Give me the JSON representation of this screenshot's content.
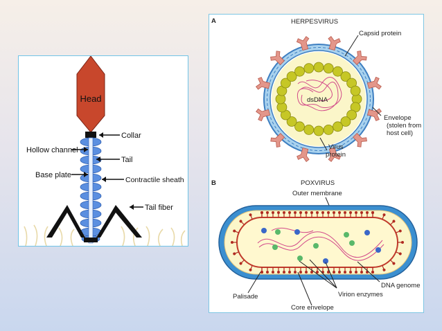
{
  "phage": {
    "labels": {
      "head": "Head",
      "collar": "Collar",
      "hollow_channel": "Hollow channel",
      "tail": "Tail",
      "base_plate": "Base plate",
      "contractile_sheath": "Contractile sheath",
      "tail_fiber": "Tail fiber"
    },
    "colors": {
      "head": "#c8472c",
      "sheath": "#5b8fe0",
      "fiber": "#111111"
    }
  },
  "herpes": {
    "panel_letter": "A",
    "title": "HERPESVIRUS",
    "labels": {
      "capsid_protein": "Capsid protein",
      "dsdna": "dsDNA",
      "envelope_1": "Envelope",
      "envelope_2": "(stolen from",
      "envelope_3": "host cell)",
      "virus_protein_1": "Virus",
      "virus_protein_2": "protein"
    }
  },
  "pox": {
    "panel_letter": "B",
    "title": "POXVIRUS",
    "labels": {
      "outer_membrane": "Outer membrane",
      "dna_genome": "DNA genome",
      "virion_enzymes": "Virion enzymes",
      "palisade": "Palisade",
      "core_envelope": "Core envelope"
    }
  }
}
